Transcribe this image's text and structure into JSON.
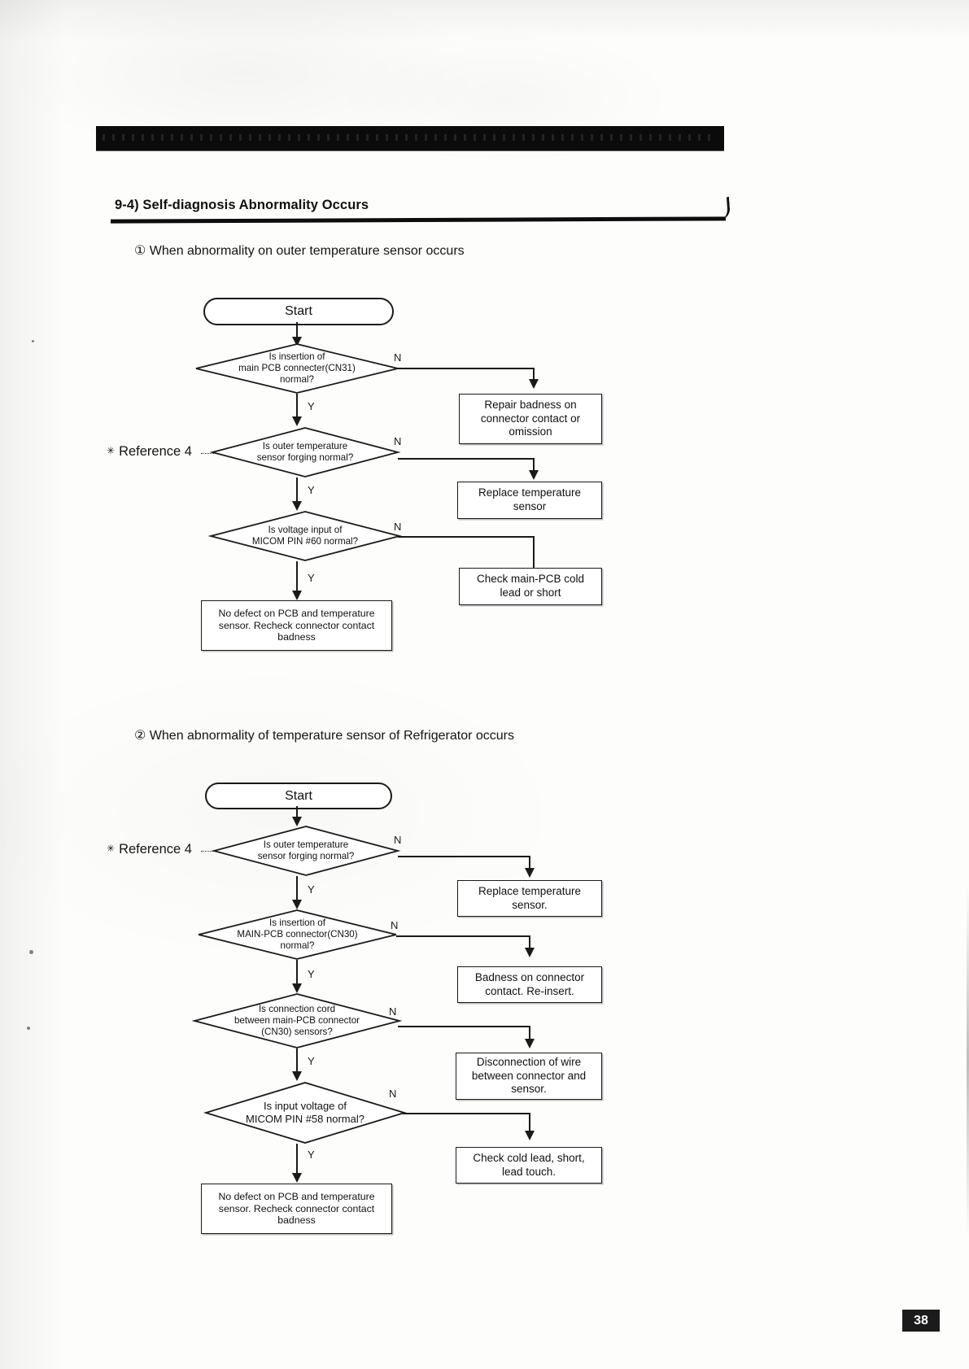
{
  "document": {
    "section_heading": "9-4) Self-diagnosis Abnormality Occurs",
    "page_number": "38"
  },
  "chart_data": [
    {
      "type": "diagram",
      "caption": "① When abnormality on outer temperature sensor occurs",
      "start_label": "Start",
      "reference_label": "Reference 4",
      "reference_star": "✳",
      "yes_label": "Y",
      "no_label": "N",
      "decisions": [
        {
          "text": "Is  insertion of\nmain PCB connecter(CN31)\nnormal?",
          "no_action": "Repair  badness on\nconnector contact or\nomission"
        },
        {
          "text": "Is outer temperature\nsensor forging normal?",
          "no_action": "Replace  temperature\nsensor"
        },
        {
          "text": "Is voltage input of\nMICOM PIN #60 normal?",
          "no_action": "Check  main-PCB cold\nlead or short"
        }
      ],
      "terminal_box": "No defect on PCB and temperature\nsensor. Recheck  connector contact\nbadness"
    },
    {
      "type": "diagram",
      "caption": "② When abnormality of temperature sensor of Refrigerator occurs",
      "start_label": "Start",
      "reference_label": "Reference 4",
      "reference_star": "✳",
      "yes_label": "Y",
      "no_label": "N",
      "decisions": [
        {
          "text": "Is outer temperature\nsensor forging normal?",
          "no_action": "Replace temperature\nsensor."
        },
        {
          "text": "Is insertion of\nMAIN-PCB connector(CN30)\nnormal?",
          "no_action": "Badness on  connector\ncontact. Re-insert."
        },
        {
          "text": "Is connection cord\nbetween main-PCB connector\n(CN30) sensors?",
          "no_action": "Disconnection of wire\nbetween  connector and\nsensor."
        },
        {
          "text": "Is input voltage of\nMICOM PIN #58 normal?",
          "no_action": "Check cold lead, short,\nlead touch."
        }
      ],
      "terminal_box": "No defect on PCB and temperature\nsensor. Recheck  connector contact\nbadness"
    }
  ]
}
